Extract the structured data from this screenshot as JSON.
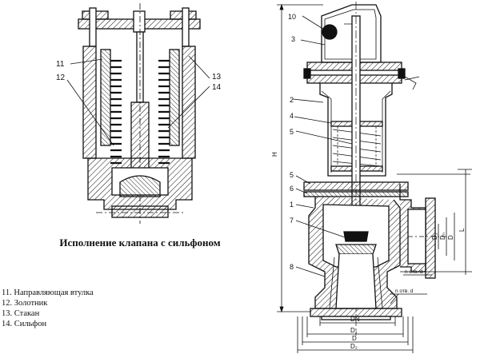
{
  "caption": "Исполнение клапана с сильфоном",
  "legend": [
    "11. Направляющая втулка",
    "12. Золотник",
    "13. Стакан",
    "14. Сильфон"
  ],
  "callouts_left": [
    "11",
    "12",
    "13",
    "14"
  ],
  "callouts_right": [
    "10",
    "3",
    "2",
    "4",
    "5",
    "5",
    "6",
    "1",
    "7",
    "8"
  ],
  "dimensions": {
    "height": "H",
    "side_d1": "D₁",
    "side_dn": "Dₙ",
    "side_d": "D",
    "side_l": "L",
    "bottom_dn": "DN",
    "bottom_d1": "D₁",
    "bottom_d": "D",
    "bottom_d2": "D₂",
    "hole_1": "n отв. d",
    "hole_2": "n отв. d"
  },
  "colors": {
    "ink": "#111111",
    "background": "#ffffff"
  }
}
